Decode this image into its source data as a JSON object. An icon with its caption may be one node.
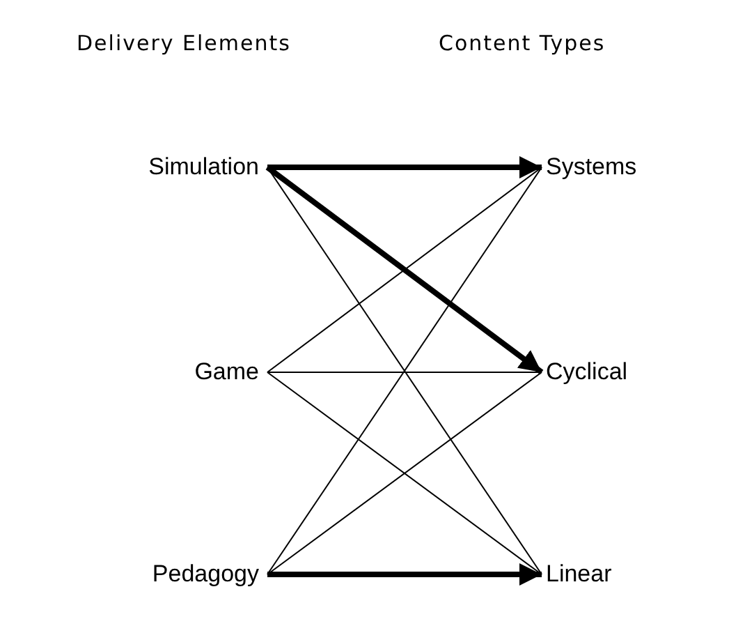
{
  "diagram": {
    "nodes": [
      {
        "text": [
          "Simulation"
        ]
      },
      {
        "text": [
          "Game"
        ]
      },
      {
        "text": [
          "Pedagogy"
        ]
      },
      {
        "text": [
          "Systems"
        ]
      },
      {
        "text": [
          "Cyclical"
        ]
      },
      {
        "text": [
          "Linear"
        ]
      }
    ],
    "edges": [
      {
        "from": 0,
        "to": 3,
        "arrow": "to",
        "style": "thick"
      },
      {
        "from": 0,
        "to": 4,
        "arrow": "to",
        "style": "thick"
      },
      {
        "from": 0,
        "to": 5,
        "arrow": "none"
      },
      {
        "from": 1,
        "to": 3,
        "arrow": "none"
      },
      {
        "from": 1,
        "to": 4,
        "arrow": "none"
      },
      {
        "from": 1,
        "to": 5,
        "arrow": "none"
      },
      {
        "from": 2,
        "to": 3,
        "arrow": "none"
      },
      {
        "from": 2,
        "to": 4,
        "arrow": "none"
      },
      {
        "from": 2,
        "to": 5,
        "arrow": "to",
        "style": "thick"
      }
    ],
    "labels": [
      "Delivery Elements",
      "Content Types"
    ]
  }
}
